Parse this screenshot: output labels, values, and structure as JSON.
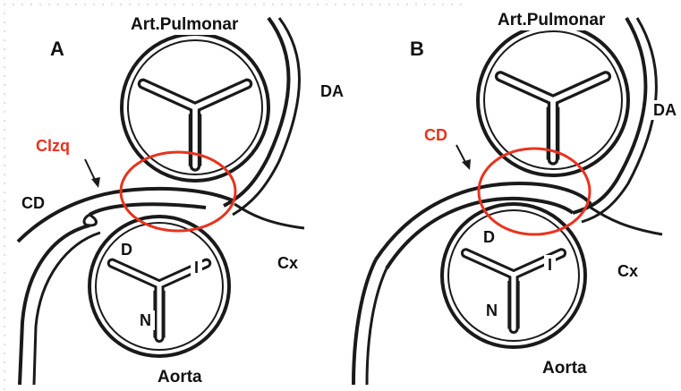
{
  "panel_a": {
    "badge": "A",
    "pulmonary": "Art.Pulmonar",
    "da": "DA",
    "clzq": "Clzq",
    "cd": "CD",
    "d": "D",
    "i": "I",
    "cx": "Cx",
    "n": "N",
    "aorta": "Aorta"
  },
  "panel_b": {
    "badge": "B",
    "pulmonary": "Art.Pulmonar",
    "da": "DA",
    "cd": "CD",
    "d": "D",
    "i": "I",
    "cx": "Cx",
    "n": "N",
    "aorta": "Aorta"
  },
  "colors": {
    "highlight": "#e8331f",
    "line": "#1a1a1a",
    "background": "#ffffff"
  }
}
